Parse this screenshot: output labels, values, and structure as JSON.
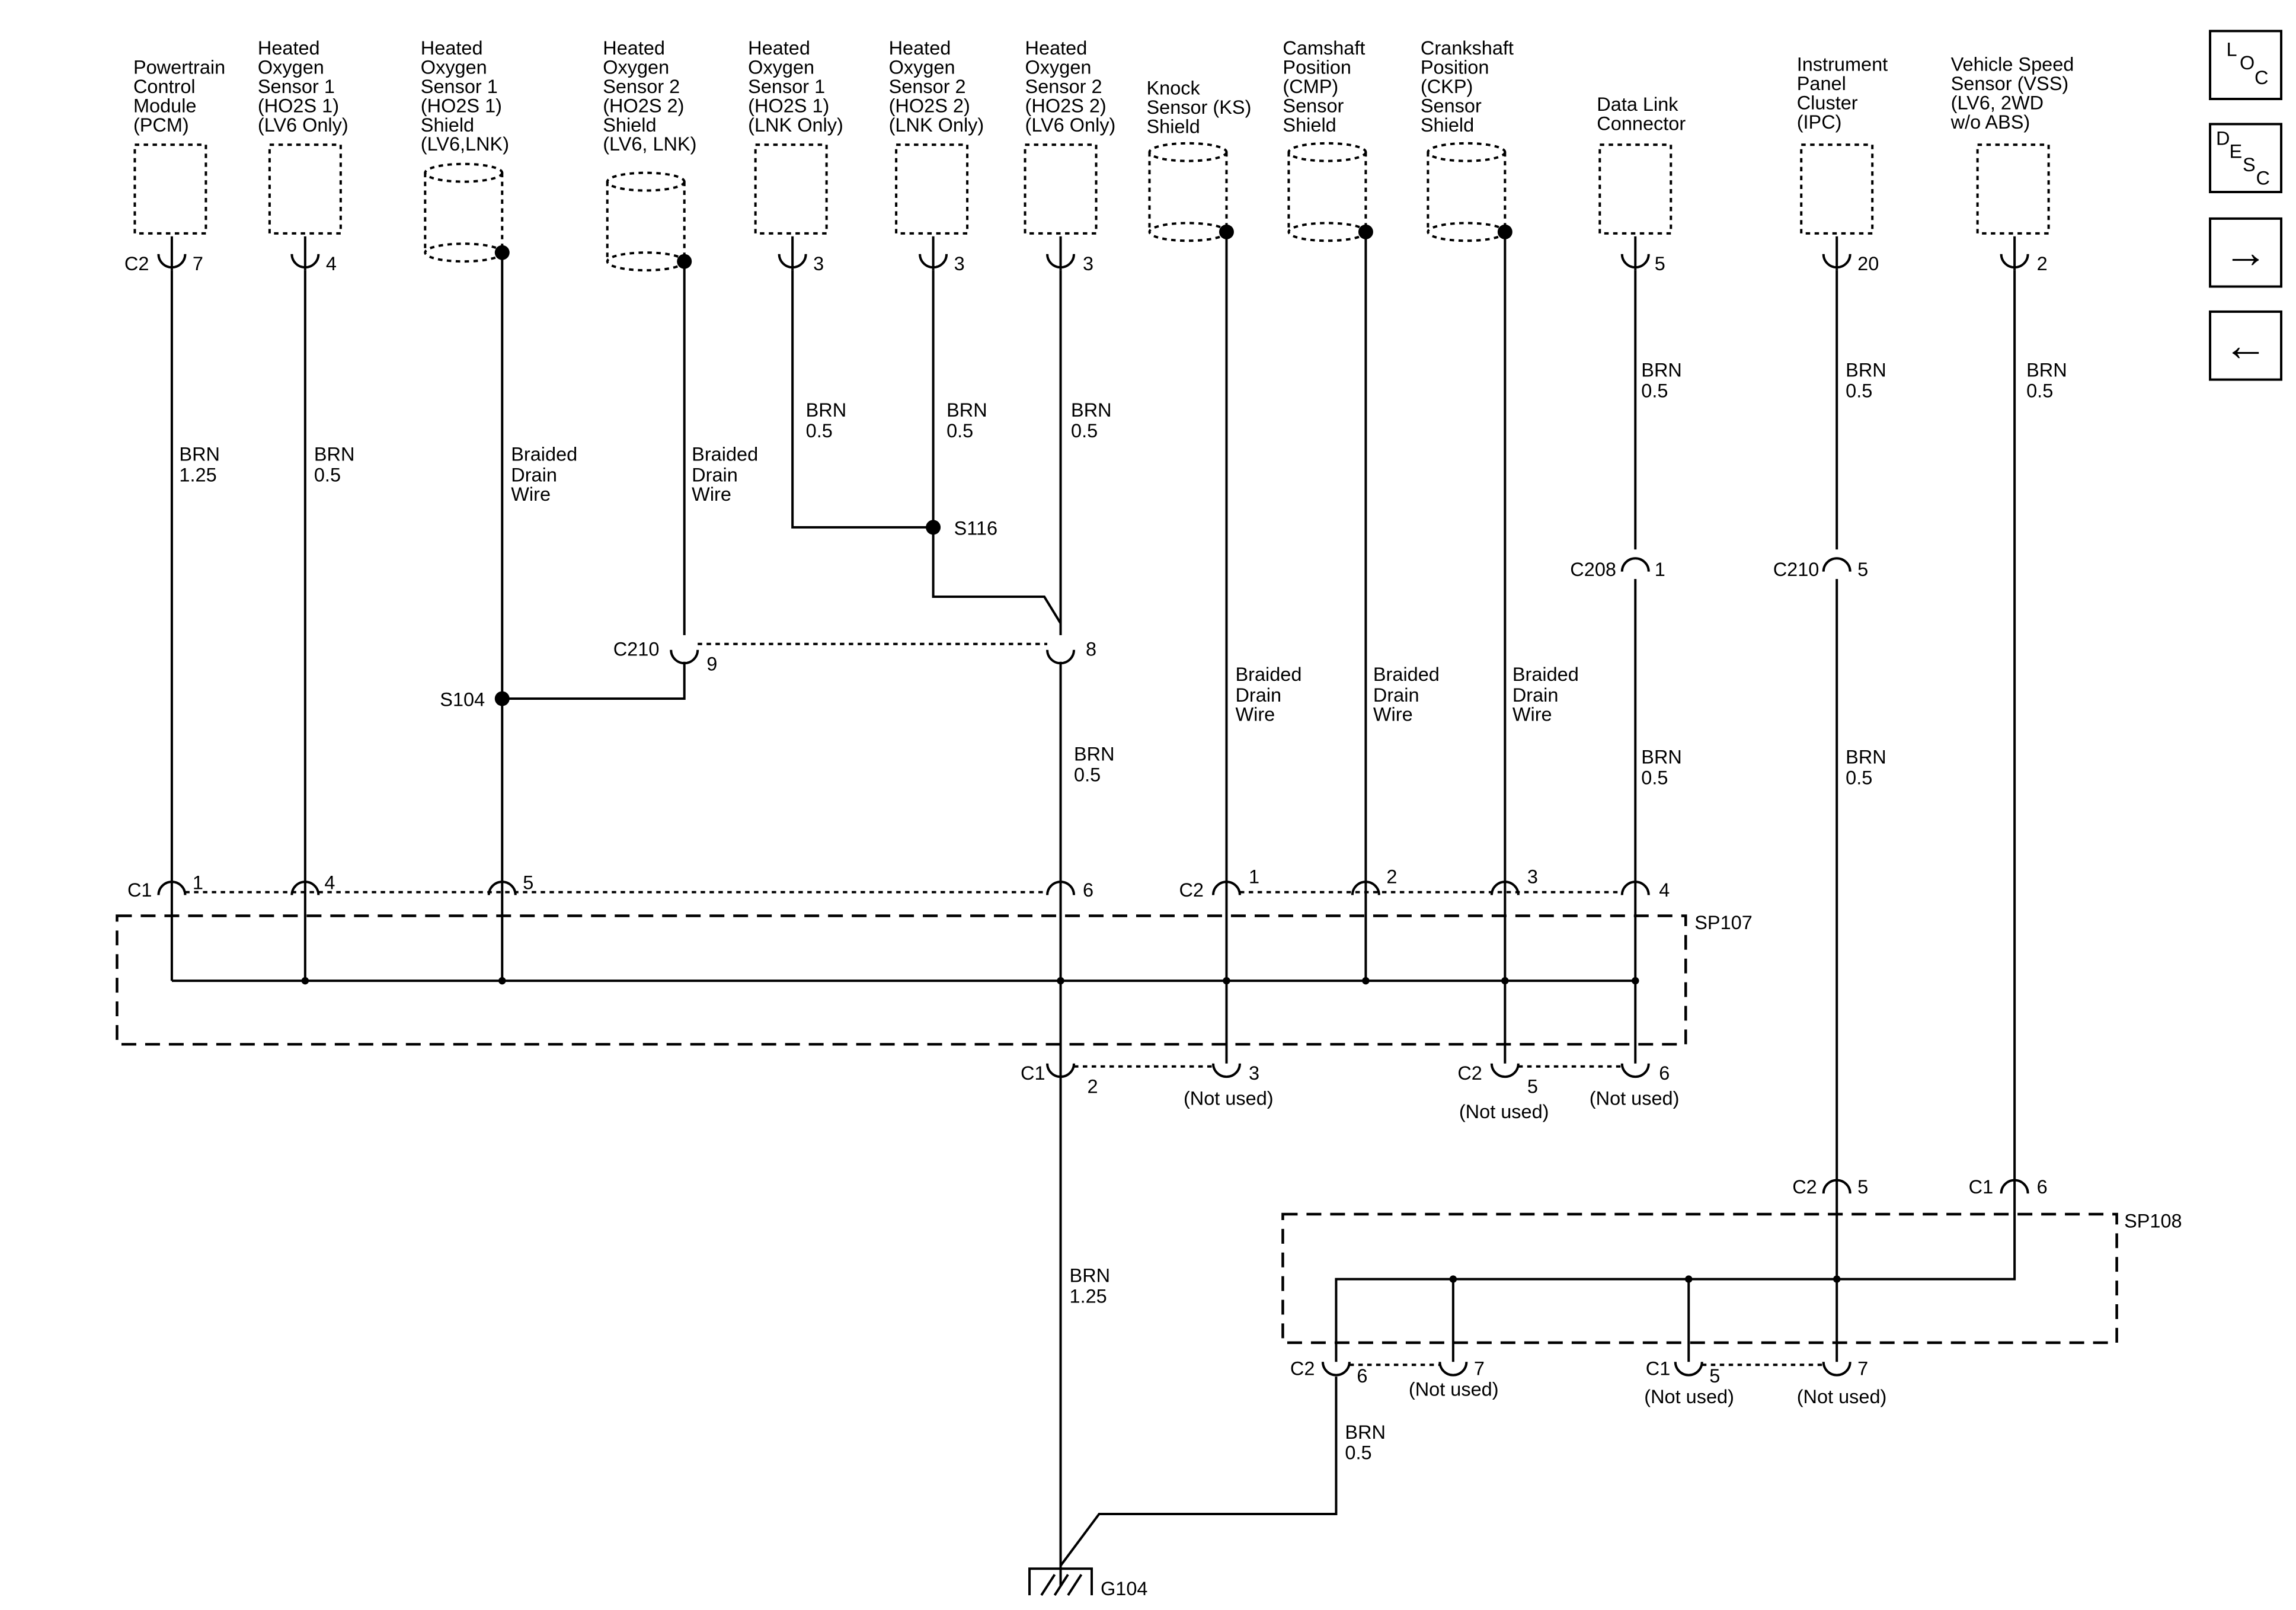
{
  "devices": {
    "pcm": [
      "Powertrain",
      "Control",
      "Module",
      "(PCM)"
    ],
    "ho2s11": [
      "Heated",
      "Oxygen",
      "Sensor 1",
      "(HO2S 1)",
      "(LV6 Only)"
    ],
    "ho2s1_shield": [
      "Heated",
      "Oxygen",
      "Sensor 1",
      "(HO2S 1)",
      "Shield",
      "(LV6,LNK)"
    ],
    "ho2s2_shield": [
      "Heated",
      "Oxygen",
      "Sensor 2",
      "(HO2S 2)",
      "Shield",
      "(LV6, LNK)"
    ],
    "ho2s1_lnk": [
      "Heated",
      "Oxygen",
      "Sensor 1",
      "(HO2S 1)",
      "(LNK Only)"
    ],
    "ho2s2_lnk": [
      "Heated",
      "Oxygen",
      "Sensor 2",
      "(HO2S 2)",
      "(LNK Only)"
    ],
    "ho2s2_lv6": [
      "Heated",
      "Oxygen",
      "Sensor 2",
      "(HO2S 2)",
      "(LV6 Only)"
    ],
    "ks": [
      "Knock",
      "Sensor (KS)",
      "Shield"
    ],
    "cmp": [
      "Camshaft",
      "Position",
      "(CMP)",
      "Sensor",
      "Shield"
    ],
    "ckp": [
      "Crankshaft",
      "Position",
      "(CKP)",
      "Sensor",
      "Shield"
    ],
    "dlc": [
      "Data Link",
      "Connector"
    ],
    "ipc": [
      "Instrument",
      "Panel",
      "Cluster",
      "(IPC)"
    ],
    "vss": [
      "Vehicle Speed",
      "Sensor (VSS)",
      "(LV6, 2WD",
      "w/o ABS)"
    ]
  },
  "nav": {
    "loc": [
      "L",
      "O",
      "C"
    ],
    "desc": [
      "D",
      "E",
      "S",
      "C"
    ],
    "next": "→",
    "prev": "←"
  },
  "connectors": {
    "c1": "C1",
    "c2": "C2",
    "c208": "C208",
    "c210": "C210"
  },
  "pins": {
    "p1": "1",
    "p2": "2",
    "p3": "3",
    "p4": "4",
    "p5": "5",
    "p6": "6",
    "p7": "7",
    "p8": "8",
    "p9": "9",
    "p20": "20"
  },
  "wires": {
    "brn": "BRN",
    "g125": "1.25",
    "g05": "0.5",
    "braided": [
      "Braided",
      "Drain",
      "Wire"
    ]
  },
  "splices": {
    "s104": "S104",
    "s116": "S116",
    "sp107": "SP107",
    "sp108": "SP108"
  },
  "ground": "G104",
  "not_used": "(Not used)"
}
